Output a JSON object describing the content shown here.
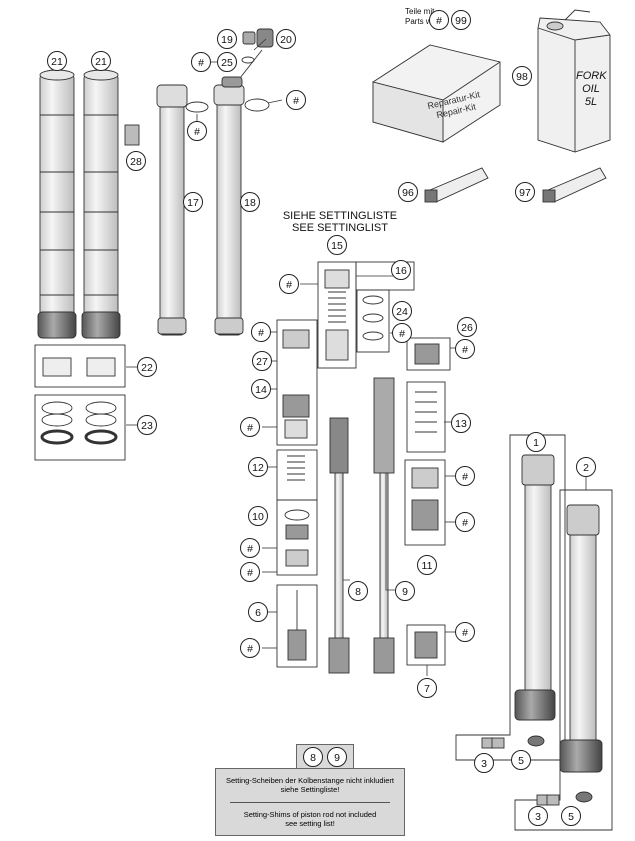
{
  "kit_note": {
    "de": "Teile mit",
    "en": "Parts with"
  },
  "kit_refs": [
    "#",
    "99"
  ],
  "box_label": {
    "line1": "Reparatur-Kit",
    "line2": "Repair-Kit"
  },
  "oil_can": {
    "line1": "FORK",
    "line2": "OIL",
    "line3": "5L"
  },
  "setting_note": {
    "de": "SIEHE SETTINGLISTE",
    "en": "SEE SETTINGLIST"
  },
  "note_refs": [
    "8",
    "9"
  ],
  "bottom_note": {
    "de_line1": "Setting-Scheiben der Kolbenstange nicht inkludiert",
    "de_line2": "siehe Settingliste!",
    "en_line1": "Setting-Shims of piston rod not included",
    "en_line2": "see setting list!"
  },
  "part_numbers": [
    "21",
    "21",
    "28",
    "19",
    "20",
    "#",
    "25",
    "#",
    "#",
    "17",
    "18",
    "98",
    "96",
    "97",
    "15",
    "16",
    "#",
    "24",
    "#",
    "#",
    "26",
    "#",
    "27",
    "14",
    "#",
    "13",
    "#",
    "12",
    "1",
    "2",
    "#",
    "10",
    "#",
    "#",
    "11",
    "#",
    "6",
    "8",
    "9",
    "#",
    "#",
    "7",
    "22",
    "23",
    "3",
    "5",
    "3",
    "5"
  ]
}
